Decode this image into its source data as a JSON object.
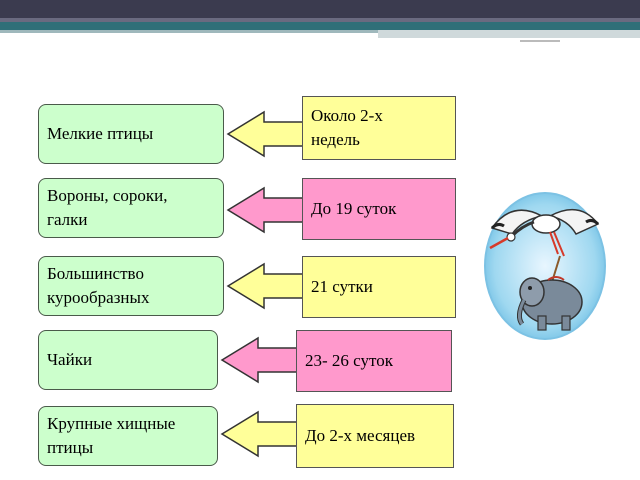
{
  "rows": [
    {
      "bird": "Мелкие птицы",
      "time": "Около 2-х\nнедель",
      "time_color": "#ffff99"
    },
    {
      "bird": "Вороны, сороки,\nгалки",
      "time": "До 19 суток",
      "time_color": "#ff99cc"
    },
    {
      "bird": "Большинство\n курообразных",
      "time": "21 сутки",
      "time_color": "#ffff99"
    },
    {
      "bird": "Чайки",
      "time": "23- 26 суток",
      "time_color": "#ff99cc"
    },
    {
      "bird": "Крупные хищные\nптицы",
      "time": "До 2-х месяцев",
      "time_color": "#ffff99"
    }
  ],
  "colors": {
    "bird_box": "#ccffcc",
    "yellow": "#ffff99",
    "pink": "#ff99cc",
    "header_dark": "#3b3b4f",
    "header_teal": "#2f6f78"
  },
  "icons": {
    "illustration": "stork-carrying-elephant-icon"
  }
}
